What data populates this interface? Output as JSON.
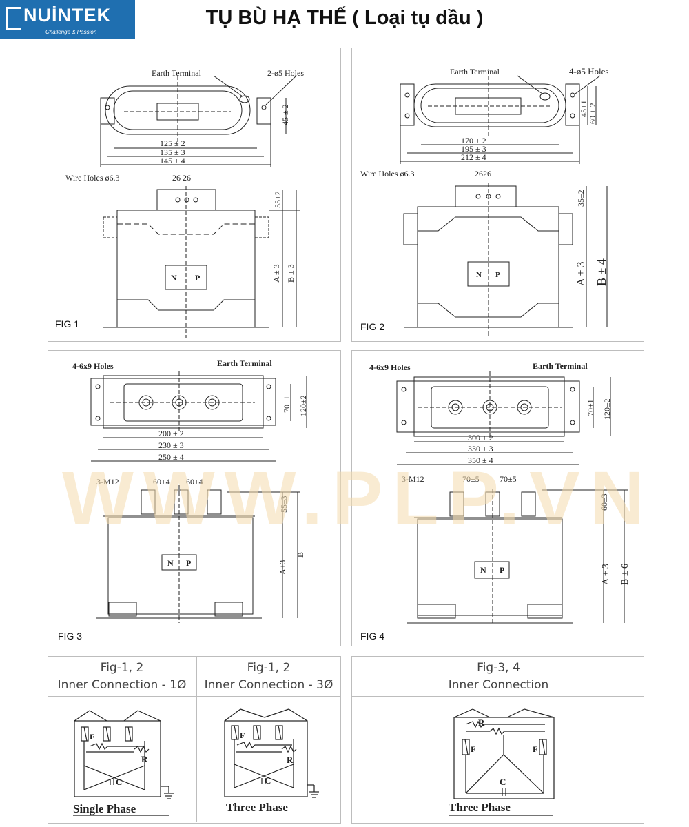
{
  "brand": {
    "name": "NUİNTEK",
    "tagline": "Challenge & Passion",
    "color": "#1f6fb0"
  },
  "page_title": "TỤ BÙ HẠ THẾ ( Loại tụ dầu )",
  "watermark": "WWW.PLP.VN",
  "fig1": {
    "label": "FIG 1",
    "earth_terminal": "Earth Terminal",
    "holes": "2-ø5 Holes",
    "dim_45": "45 ± 2",
    "dim_125": "125 ± 2",
    "dim_135": "135 ± 3",
    "dim_145": "145 ± 4",
    "wire_holes": "Wire Holes ø6.3",
    "dim_2626": "26 26",
    "dim_55": "55±2",
    "dim_A": "A ± 3",
    "dim_B": "B ± 3",
    "n": "N",
    "p": "P"
  },
  "fig2": {
    "label": "FIG 2",
    "earth_terminal": "Earth Terminal",
    "holes": "4-ø5 Holes",
    "dim_45": "45±1",
    "dim_60": "60 ± 2",
    "dim_170": "170 ± 2",
    "dim_195": "195 ± 3",
    "dim_212": "212 ± 4",
    "wire_holes": "Wire Holes ø6.3",
    "dim_2626": "2626",
    "dim_35": "35±2",
    "dim_A": "A ± 3",
    "dim_B": "B ± 4",
    "n": "N",
    "p": "P"
  },
  "fig3": {
    "label": "FIG 3",
    "holes": "4-6x9 Holes",
    "earth_terminal": "Earth Terminal",
    "dim_70": "70±1",
    "dim_120": "120±2",
    "dim_200": "200 ± 2",
    "dim_230": "230 ± 3",
    "dim_250": "250 ± 4",
    "m12": "3-M12",
    "dim_60a": "60±4",
    "dim_60b": "60±4",
    "dim_55": "55±3",
    "dim_A": "A±3",
    "dim_B": "B",
    "n": "N",
    "p": "P"
  },
  "fig4": {
    "label": "FIG 4",
    "holes": "4-6x9 Holes",
    "earth_terminal": "Earth Terminal",
    "dim_70": "70±1",
    "dim_120": "120±2",
    "dim_300": "300 ± 2",
    "dim_330": "330 ± 3",
    "dim_350": "350 ± 4",
    "m12": "3-M12",
    "dim_70a": "70±5",
    "dim_70b": "70±5",
    "dim_60": "60±3",
    "dim_A": "A ± 3",
    "dim_B": "B ± 6",
    "n": "N",
    "p": "P"
  },
  "conn1": {
    "line1": "Fig-1, 2",
    "line2": "Inner Connection - 1Ø",
    "caption": "Single Phase",
    "f": "F",
    "r": "R",
    "c": "C"
  },
  "conn2": {
    "line1": "Fig-1, 2",
    "line2": "Inner Connection - 3Ø",
    "caption": "Three Phase",
    "f": "F",
    "r": "R",
    "c": "C"
  },
  "conn3": {
    "line1": "Fig-3, 4",
    "line2": "Inner Connection",
    "caption": "Three Phase",
    "f1": "F",
    "f2": "F",
    "r": "R",
    "c": "C"
  }
}
